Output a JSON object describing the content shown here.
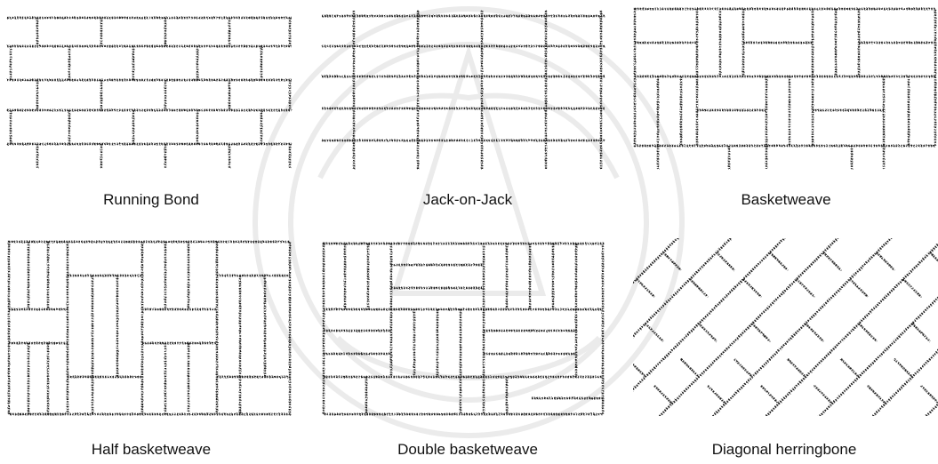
{
  "figure": {
    "panels": [
      {
        "id": "running-bond",
        "label": "Running Bond"
      },
      {
        "id": "jack-on-jack",
        "label": "Jack-on-Jack"
      },
      {
        "id": "basketweave",
        "label": "Basketweave"
      },
      {
        "id": "half-basketweave",
        "label": "Half basketweave"
      },
      {
        "id": "double-basketweave",
        "label": "Double basketweave"
      },
      {
        "id": "diagonal-herringbone",
        "label": "Diagonal herringbone"
      }
    ]
  },
  "colors": {
    "ink": "#222222",
    "watermark": "#e9e9e9",
    "background": "#ffffff"
  }
}
